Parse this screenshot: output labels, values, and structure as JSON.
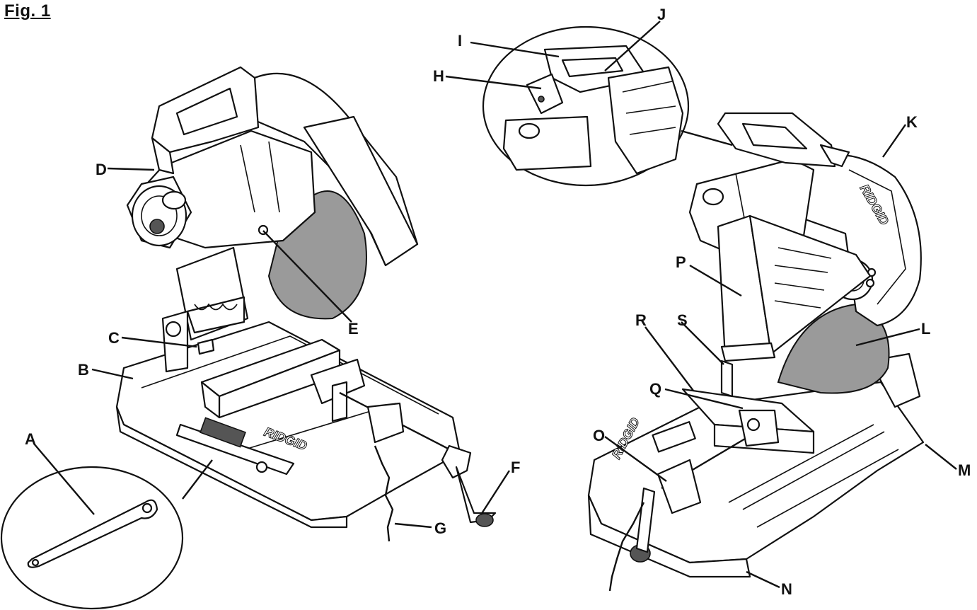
{
  "figure": {
    "title": "Fig. 1",
    "brand_mark": "RIDGID"
  },
  "labels": {
    "A": "A",
    "B": "B",
    "C": "C",
    "D": "D",
    "E": "E",
    "F": "F",
    "G": "G",
    "H": "H",
    "I": "I",
    "J": "J",
    "K": "K",
    "L": "L",
    "M": "M",
    "N": "N",
    "O": "O",
    "P": "P",
    "Q": "Q",
    "R": "R",
    "S": "S"
  },
  "colors": {
    "line": "#111111",
    "blade_fill": "#9a9a9a",
    "background": "#ffffff"
  }
}
